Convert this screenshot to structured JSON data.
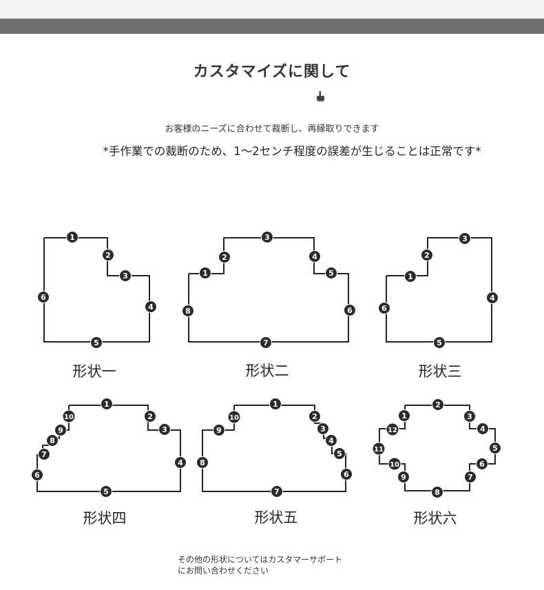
{
  "title": "カスタマイズに関して",
  "subtitle": "お客様のニーズに合わせて裁断し、再縁取りできます",
  "note": "*手作業での裁断のため、1〜2センチ程度の誤差が生じることは正常です*",
  "icons": {
    "pointer": "hand-pointer-icon"
  },
  "colors": {
    "outline": "#222222",
    "badge": "#2b2b2b",
    "header_bar": "#707070"
  },
  "shapes": [
    {
      "label": "形状一",
      "markers": [
        "1",
        "2",
        "3",
        "4",
        "5",
        "6"
      ]
    },
    {
      "label": "形状二",
      "markers": [
        "1",
        "2",
        "3",
        "4",
        "5",
        "6",
        "7",
        "8"
      ]
    },
    {
      "label": "形状三",
      "markers": [
        "1",
        "2",
        "3",
        "4",
        "5",
        "6"
      ]
    },
    {
      "label": "形状四",
      "markers": [
        "1",
        "2",
        "3",
        "4",
        "5",
        "6",
        "7",
        "8",
        "9",
        "10"
      ]
    },
    {
      "label": "形状五",
      "markers": [
        "1",
        "2",
        "3",
        "4",
        "5",
        "6",
        "7",
        "8",
        "9",
        "10"
      ]
    },
    {
      "label": "形状六",
      "markers": [
        "1",
        "2",
        "3",
        "4",
        "5",
        "6",
        "7",
        "8",
        "9",
        "10",
        "11",
        "12"
      ]
    }
  ],
  "footer": {
    "line1": "その他の形状についてはカスタマーサポート",
    "line2": "にお問い合わせください"
  }
}
